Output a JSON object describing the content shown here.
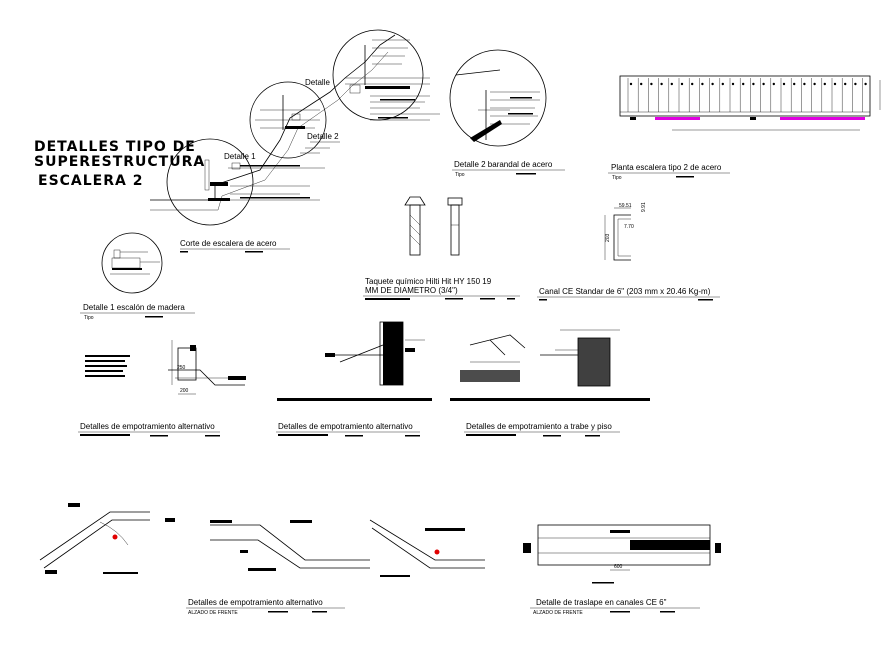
{
  "title": {
    "line1": "DETALLES  TIPO DE",
    "line2": "SUPERESTRUCTURA",
    "line3": "ESCALERA 2"
  },
  "callouts": {
    "detalle1": "Detalle 1",
    "detalle2": "Detalle 2",
    "detalle3": "Detalle"
  },
  "captions": {
    "corte": "Corte de escalera de acero",
    "detalle1_title": "Detalle 1 escalón de madera",
    "detalle1_sub": "Tipo",
    "barandal": "Detalle 2 barandal de acero",
    "barandal_sub": "Tipo",
    "planta": "Planta escalera tipo 2 de acero",
    "planta_sub": "Tipo",
    "taquete1": "Taquete químico Hilti Hit HY 150 19",
    "taquete2": "MM DE DIAMETRO (3/4\")",
    "canal": "Canal CE Standar de 6\" (203 mm x 20.46 Kg-m)",
    "emp1": "Detalles de empotramiento alternativo",
    "emp2": "Detalles de empotramiento alternativo",
    "emp3": "Detalles de empotramiento a trabe y piso",
    "emp4": "Detalles de empotramiento alternativo",
    "emp4_sub": "ALZADO DE FRENTE",
    "traslape": "Detalle de traslape en canales CE 6\"",
    "traslape_sub": "ALZADO DE FRENTE"
  },
  "dimensions": {
    "d1": "59.51",
    "d2": "9.91",
    "d3": "7.70",
    "d4": "203",
    "d5": "250",
    "d6": "200",
    "d7": "600"
  },
  "colors": {
    "accent_magenta": "#e000e0",
    "marker_red": "#e00000"
  }
}
